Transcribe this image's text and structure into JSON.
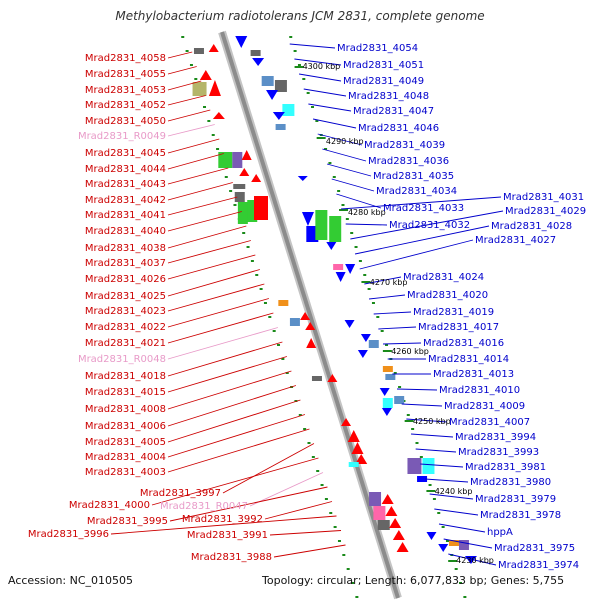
{
  "title": "Methylobacterium radiotolerans JCM 2831, complete genome",
  "footer": {
    "accession": "Accession: NC_010505",
    "topology": "Topology: circular; Length: 6,077,833 bp; Genes: 5,755"
  },
  "colors": {
    "backbone": "#8c8c8c",
    "tick": "#1a8a1a",
    "red_label": "#cc0000",
    "blue_label": "#0000cc",
    "rna_label": "#e89ac8",
    "gene_red": "#ff0000",
    "gene_blue": "#0000ff",
    "gene_green": "#33cc33",
    "gene_cyan": "#33ffff",
    "gene_olive": "#b5b56a",
    "gene_steel": "#5b8fc7",
    "gene_orange": "#f0901a",
    "gene_purple": "#7a5ab5",
    "gene_pink": "#ff66aa",
    "gene_gray": "#666666"
  },
  "kbp_markers": [
    "4300 kbp",
    "4290 kbp",
    "4280 kbp",
    "4270 kbp",
    "4260 kbp",
    "4250 kbp",
    "4240 kbp",
    "4230 kbp"
  ],
  "left_labels": [
    {
      "text": "Mrad2831_4058",
      "kind": "gene"
    },
    {
      "text": "Mrad2831_4055",
      "kind": "gene"
    },
    {
      "text": "Mrad2831_4053",
      "kind": "gene"
    },
    {
      "text": "Mrad2831_4052",
      "kind": "gene"
    },
    {
      "text": "Mrad2831_4050",
      "kind": "gene"
    },
    {
      "text": "Mrad2831_R0049",
      "kind": "rna"
    },
    {
      "text": "Mrad2831_4045",
      "kind": "gene"
    },
    {
      "text": "Mrad2831_4044",
      "kind": "gene"
    },
    {
      "text": "Mrad2831_4043",
      "kind": "gene"
    },
    {
      "text": "Mrad2831_4042",
      "kind": "gene"
    },
    {
      "text": "Mrad2831_4041",
      "kind": "gene"
    },
    {
      "text": "Mrad2831_4040",
      "kind": "gene"
    },
    {
      "text": "Mrad2831_4038",
      "kind": "gene"
    },
    {
      "text": "Mrad2831_4037",
      "kind": "gene"
    },
    {
      "text": "Mrad2831_4026",
      "kind": "gene"
    },
    {
      "text": "Mrad2831_4025",
      "kind": "gene"
    },
    {
      "text": "Mrad2831_4023",
      "kind": "gene"
    },
    {
      "text": "Mrad2831_4022",
      "kind": "gene"
    },
    {
      "text": "Mrad2831_4021",
      "kind": "gene"
    },
    {
      "text": "Mrad2831_R0048",
      "kind": "rna"
    },
    {
      "text": "Mrad2831_4018",
      "kind": "gene"
    },
    {
      "text": "Mrad2831_4015",
      "kind": "gene"
    },
    {
      "text": "Mrad2831_4008",
      "kind": "gene"
    },
    {
      "text": "Mrad2831_4006",
      "kind": "gene"
    },
    {
      "text": "Mrad2831_4005",
      "kind": "gene"
    },
    {
      "text": "Mrad2831_4004",
      "kind": "gene"
    },
    {
      "text": "Mrad2831_4003",
      "kind": "gene"
    },
    {
      "text": "Mrad2831_3997",
      "kind": "gene"
    },
    {
      "text": "Mrad2831_4000",
      "kind": "gene"
    },
    {
      "text": "Mrad2831_R0047",
      "kind": "rna"
    },
    {
      "text": "Mrad2831_3995",
      "kind": "gene"
    },
    {
      "text": "Mrad2831_3992",
      "kind": "gene"
    },
    {
      "text": "Mrad2831_3996",
      "kind": "gene"
    },
    {
      "text": "Mrad2831_3991",
      "kind": "gene"
    },
    {
      "text": "Mrad2831_3988",
      "kind": "gene"
    }
  ],
  "right_labels": [
    {
      "text": "Mrad2831_4054"
    },
    {
      "text": "Mrad2831_4051"
    },
    {
      "text": "Mrad2831_4049"
    },
    {
      "text": "Mrad2831_4048"
    },
    {
      "text": "Mrad2831_4047"
    },
    {
      "text": "Mrad2831_4046"
    },
    {
      "text": "Mrad2831_4039"
    },
    {
      "text": "Mrad2831_4036"
    },
    {
      "text": "Mrad2831_4035"
    },
    {
      "text": "Mrad2831_4034"
    },
    {
      "text": "Mrad2831_4033"
    },
    {
      "text": "Mrad2831_4031"
    },
    {
      "text": "Mrad2831_4032"
    },
    {
      "text": "Mrad2831_4029"
    },
    {
      "text": "Mrad2831_4028"
    },
    {
      "text": "Mrad2831_4027"
    },
    {
      "text": "Mrad2831_4024"
    },
    {
      "text": "Mrad2831_4020"
    },
    {
      "text": "Mrad2831_4019"
    },
    {
      "text": "Mrad2831_4017"
    },
    {
      "text": "Mrad2831_4016"
    },
    {
      "text": "Mrad2831_4014"
    },
    {
      "text": "Mrad2831_4013"
    },
    {
      "text": "Mrad2831_4010"
    },
    {
      "text": "Mrad2831_4009"
    },
    {
      "text": "Mrad2831_4007"
    },
    {
      "text": "Mrad2831_3994"
    },
    {
      "text": "Mrad2831_3993"
    },
    {
      "text": "Mrad2831_3981"
    },
    {
      "text": "Mrad2831_3980"
    },
    {
      "text": "Mrad2831_3979"
    },
    {
      "text": "Mrad2831_3978"
    },
    {
      "text": "hppA"
    },
    {
      "text": "Mrad2831_3975"
    },
    {
      "text": "Mrad2831_3974"
    }
  ]
}
